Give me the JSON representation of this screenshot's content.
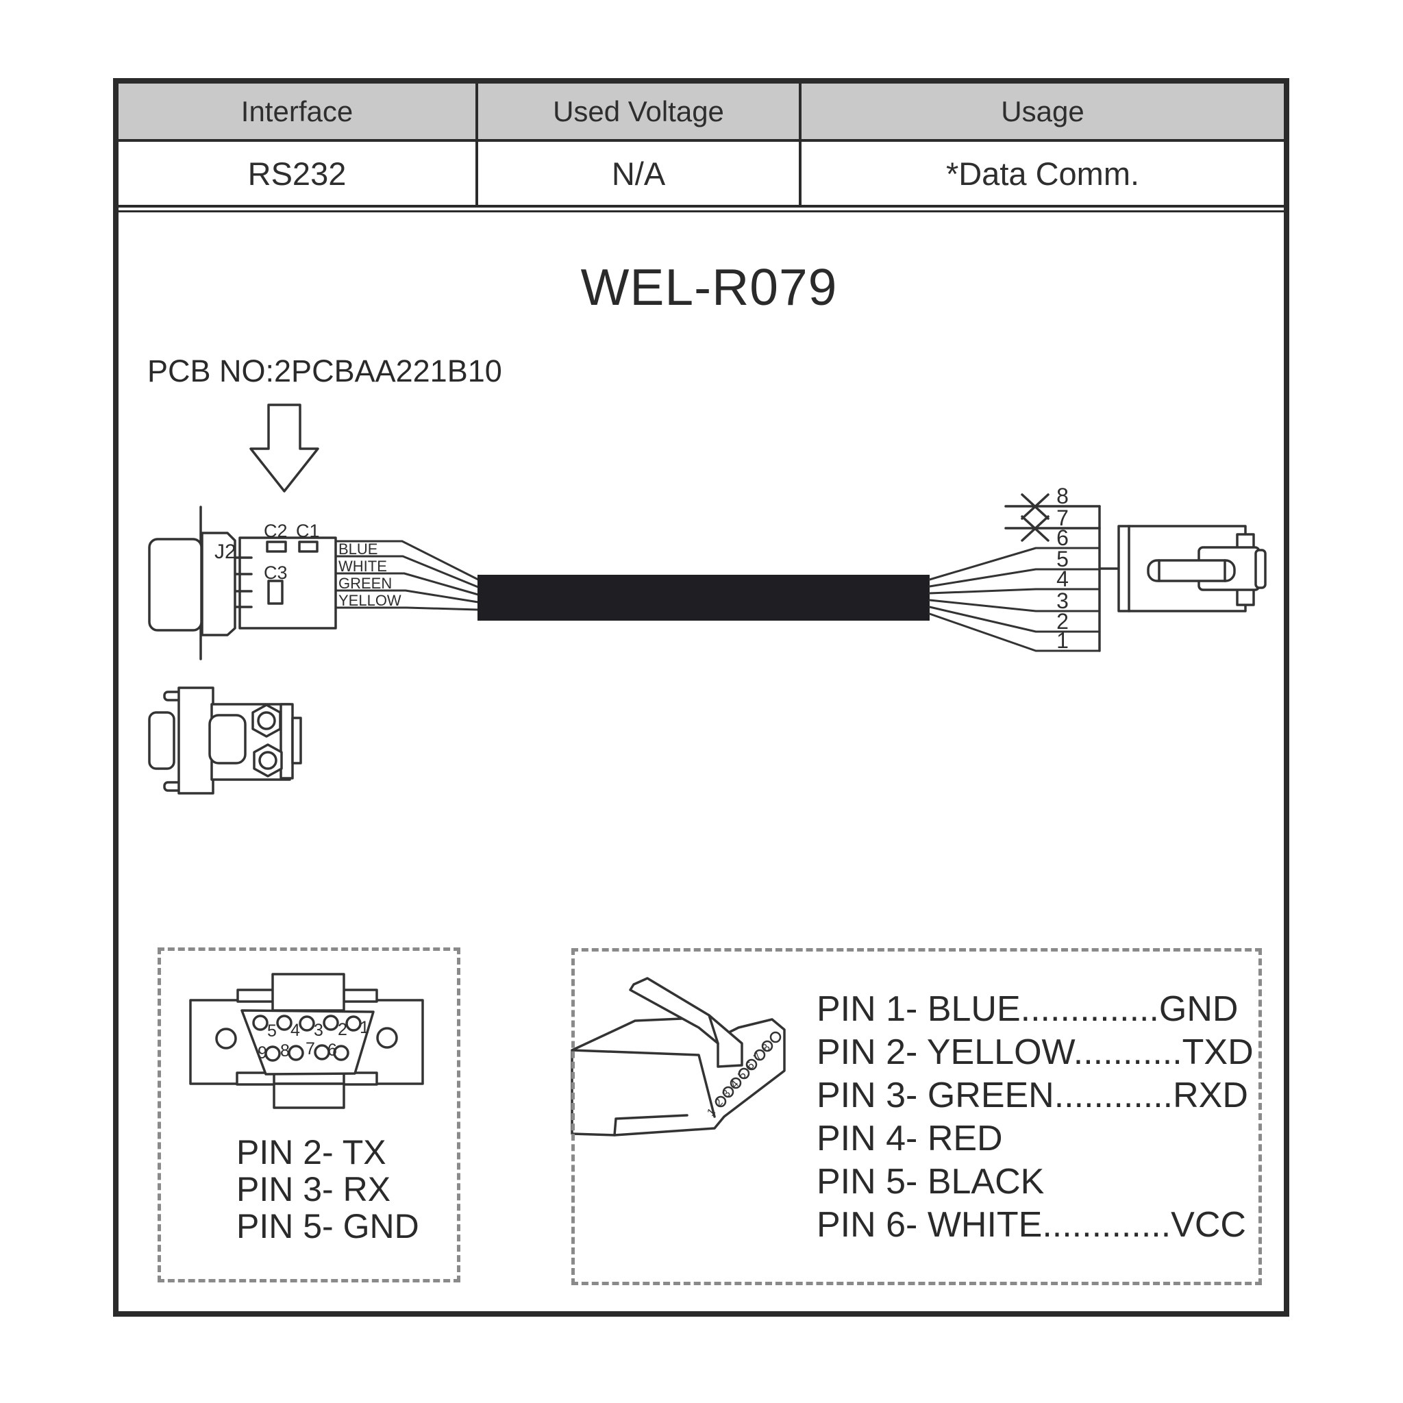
{
  "table": {
    "headers": [
      "Interface",
      "Used Voltage",
      "Usage"
    ],
    "values": [
      "RS232",
      "N/A",
      "*Data Comm."
    ]
  },
  "title": "WEL-R079",
  "pcb_label": "PCB NO:2PCBAA221B10",
  "left_connector": {
    "label": "J2",
    "c2": "C2",
    "c1": "C1",
    "c3": "C3",
    "wires": [
      "BLUE",
      "WHITE",
      "GREEN",
      "YELLOW"
    ]
  },
  "ladder": {
    "pins": [
      "8",
      "7",
      "6",
      "5",
      "4",
      "3",
      "2",
      "1"
    ]
  },
  "db9_box": {
    "pins_top": [
      "5",
      "4",
      "3",
      "2",
      "1"
    ],
    "pins_bottom": [
      "9",
      "8",
      "7",
      "6"
    ],
    "notes": [
      "PIN 2- TX",
      "PIN 3- RX",
      "PIN 5- GND"
    ]
  },
  "rj_box": {
    "contacts": [
      "1",
      "2",
      "3",
      "4",
      "5",
      "6",
      "7",
      "8"
    ],
    "pin_map": [
      "PIN 1- BLUE..............GND",
      "PIN 2- YELLOW...........TXD",
      "PIN 3- GREEN............RXD",
      "PIN 4- RED",
      "PIN 5- BLACK",
      "PIN 6- WHITE.............VCC"
    ]
  },
  "colors": {
    "line": "#333333",
    "header_bg": "#c9c9c9",
    "cable": "#1f1f23",
    "dash": "#8a8a8a"
  }
}
